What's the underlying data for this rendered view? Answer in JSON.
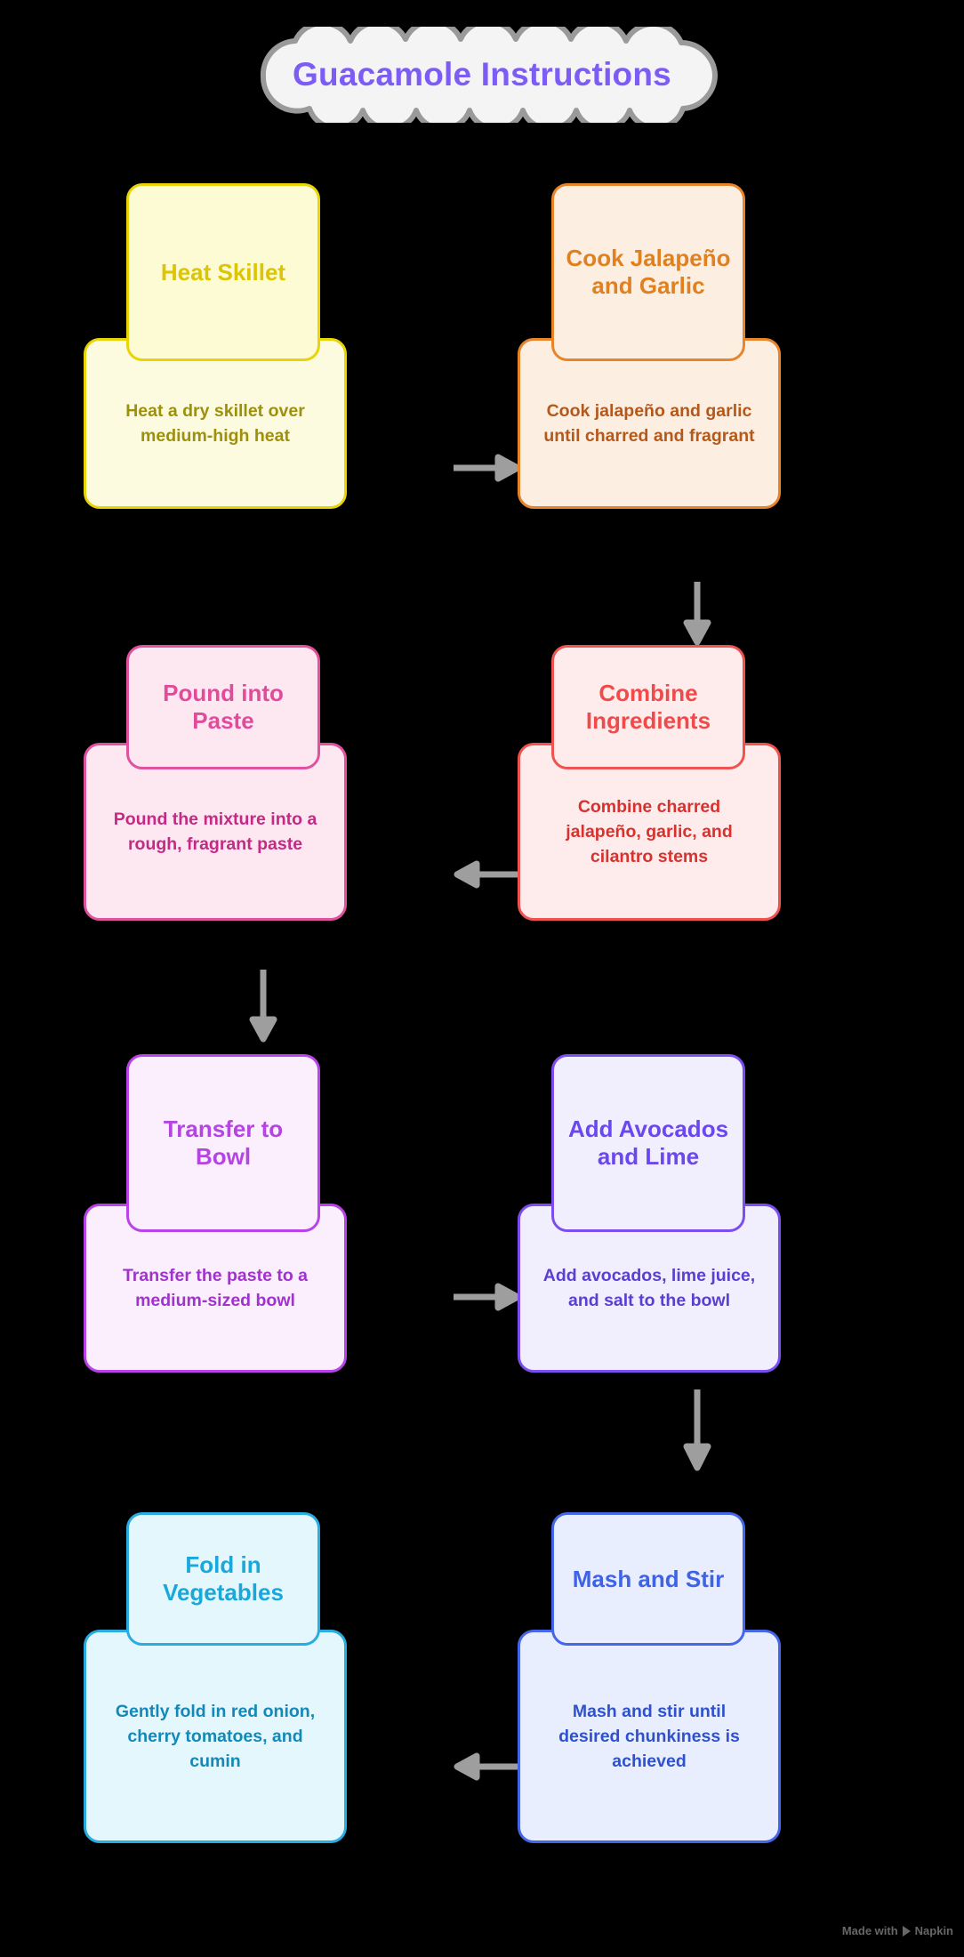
{
  "title": {
    "text": "Guacamole Instructions",
    "color": "#7c5cf5",
    "cloud_fill": "#f4f4f5",
    "cloud_stroke": "#9a9a9a"
  },
  "arrow_color": "#9e9e9e",
  "nodes": [
    {
      "id": "heat-skillet",
      "column": "left",
      "heading": "Heat Skillet",
      "body": "Heat a dry skillet over medium-high heat",
      "border": "#e8d407",
      "head_fill": "#fdfbd4",
      "body_fill": "#fdfbdf",
      "head_text": "#dcc406",
      "body_text": "#9c900d"
    },
    {
      "id": "cook-jalapeno-garlic",
      "column": "right",
      "heading": "Cook Jalapeño and Garlic",
      "body": "Cook jalapeño and garlic until charred and fragrant",
      "border": "#e8842a",
      "head_fill": "#fdeee2",
      "body_fill": "#fdeee2",
      "head_text": "#e0801f",
      "body_text": "#b3591b"
    },
    {
      "id": "pound-into-paste",
      "column": "left",
      "heading": "Pound into Paste",
      "body": "Pound the mixture into a rough, fragrant paste",
      "border": "#e0519e",
      "head_fill": "#fde8f2",
      "body_fill": "#fde8f2",
      "head_text": "#e24b9c",
      "body_text": "#c42a84"
    },
    {
      "id": "combine-ingredients",
      "column": "right",
      "heading": "Combine Ingredients",
      "body": "Combine charred jalapeño, garlic, and cilantro stems",
      "border": "#ef5350",
      "head_fill": "#fdeceb",
      "body_fill": "#fdeceb",
      "head_text": "#ef4b4b",
      "body_text": "#d8322f"
    },
    {
      "id": "transfer-to-bowl",
      "column": "left",
      "heading": "Transfer to Bowl",
      "body": "Transfer the paste to a medium-sized bowl",
      "border": "#b943e8",
      "head_fill": "#fbeefd",
      "body_fill": "#fbeefd",
      "head_text": "#b445e0",
      "body_text": "#a033cc"
    },
    {
      "id": "add-avocados-lime",
      "column": "right",
      "heading": "Add Avocados and Lime",
      "body": "Add avocados, lime juice, and salt to the bowl",
      "border": "#7c4ef0",
      "head_fill": "#f1eefd",
      "body_fill": "#f1eefd",
      "head_text": "#6b47ef",
      "body_text": "#5a3fd0"
    },
    {
      "id": "fold-in-vegetables",
      "column": "left",
      "heading": "Fold in Vegetables",
      "body": "Gently fold in red onion, cherry tomatoes, and cumin",
      "border": "#29ace0",
      "head_fill": "#e4f7fd",
      "body_fill": "#e4f7fd",
      "head_text": "#1aa7da",
      "body_text": "#1489b8"
    },
    {
      "id": "mash-and-stir",
      "column": "right",
      "heading": "Mash and Stir",
      "body": "Mash and stir until desired chunkiness is achieved",
      "border": "#4566e8",
      "head_fill": "#e8eefd",
      "body_fill": "#e8eefd",
      "head_text": "#3f63e6",
      "body_text": "#2f52cc"
    }
  ],
  "edges": [
    {
      "id": "edge-heat-to-cook",
      "direction": "right"
    },
    {
      "id": "edge-cook-to-combine",
      "direction": "down"
    },
    {
      "id": "edge-combine-to-pound",
      "direction": "left"
    },
    {
      "id": "edge-pound-to-transfer",
      "direction": "down"
    },
    {
      "id": "edge-transfer-to-add",
      "direction": "right"
    },
    {
      "id": "edge-add-to-mash",
      "direction": "down"
    },
    {
      "id": "edge-mash-to-fold",
      "direction": "left"
    }
  ],
  "watermark": {
    "prefix": "Made with",
    "brand": "Napkin"
  }
}
